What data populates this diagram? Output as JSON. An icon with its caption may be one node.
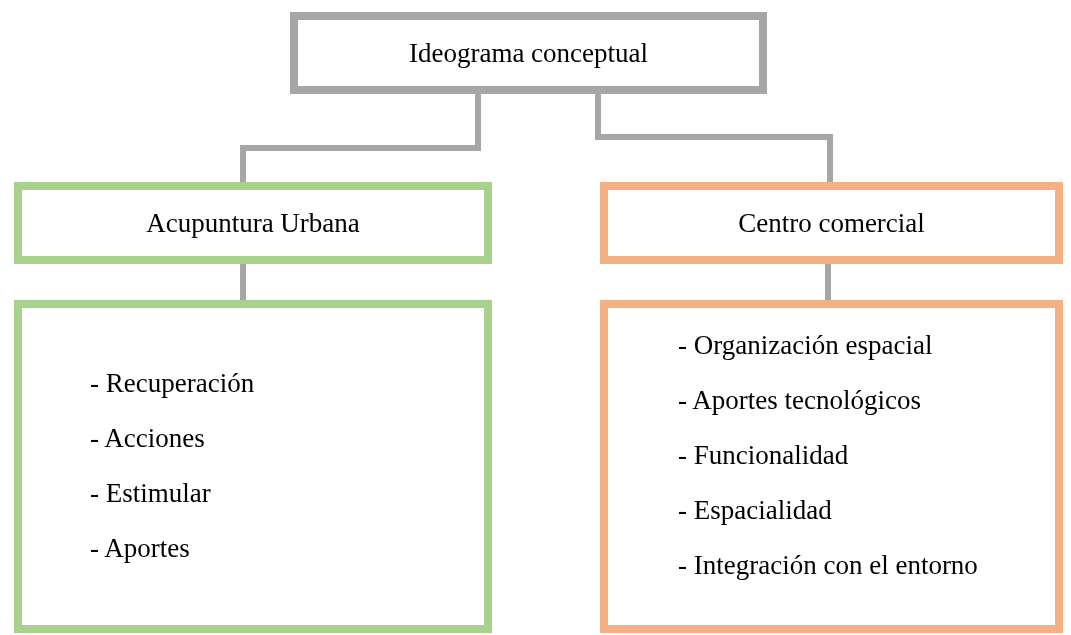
{
  "diagram": {
    "nodes": [
      {
        "text": [
          "Ideograma conceptual"
        ]
      },
      {
        "text": [
          "Acupuntura Urbana"
        ]
      },
      {
        "text": [
          "Centro comercial"
        ]
      },
      {
        "text": [
          "- Recuperación",
          "- Acciones",
          "- Estimular",
          "- Aportes"
        ]
      },
      {
        "text": [
          "- Organización espacial",
          "- Aportes tecnológicos",
          "- Funcionalidad",
          "- Espacialidad",
          "- Integración con el entorno"
        ]
      }
    ],
    "edges": [
      {
        "from": 0,
        "to": 1,
        "arrow": "none"
      },
      {
        "from": 0,
        "to": 2,
        "arrow": "none"
      },
      {
        "from": 1,
        "to": 3,
        "arrow": "none"
      },
      {
        "from": 2,
        "to": 4,
        "arrow": "none"
      }
    ]
  }
}
